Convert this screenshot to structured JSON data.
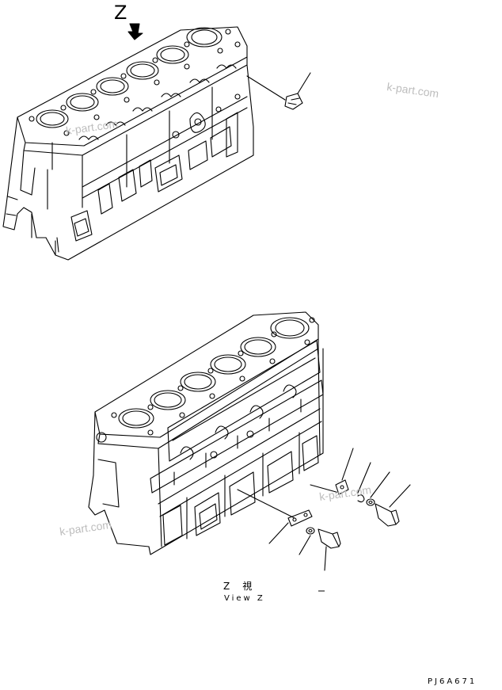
{
  "diagram": {
    "view_letter": "Z",
    "view_caption_jp": "Z　視",
    "view_caption_en": "View Z",
    "part_code": "PJ6A671",
    "watermark": "k-part.com",
    "watermark_color": "#bdbdbd",
    "line_color": "#000000"
  }
}
